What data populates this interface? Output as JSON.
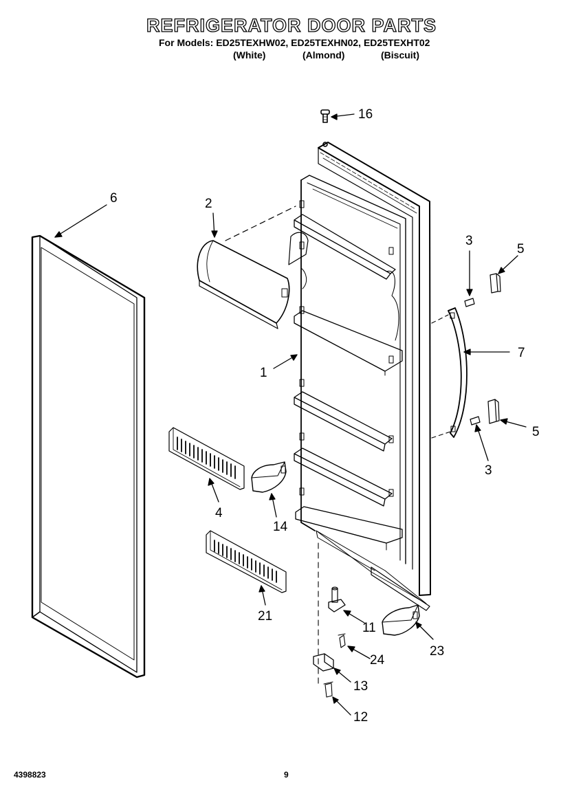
{
  "header": {
    "title": "REFRIGERATOR DOOR PARTS",
    "models_line": "For Models: ED25TEXHW02, ED25TEXHN02, ED25TEXHT02",
    "colors": [
      "(White)",
      "(Almond)",
      "(Biscuit)"
    ]
  },
  "callouts": {
    "c1": "1",
    "c2": "2",
    "c3a": "3",
    "c3b": "3",
    "c4": "4",
    "c5a": "5",
    "c5b": "5",
    "c6": "6",
    "c7": "7",
    "c11": "11",
    "c12": "12",
    "c13": "13",
    "c14": "14",
    "c16": "16",
    "c21": "21",
    "c23": "23",
    "c24": "24"
  },
  "footer": {
    "doc_number": "4398823",
    "page_number": "9"
  },
  "colors": {
    "ink": "#000000",
    "paper": "#ffffff"
  }
}
